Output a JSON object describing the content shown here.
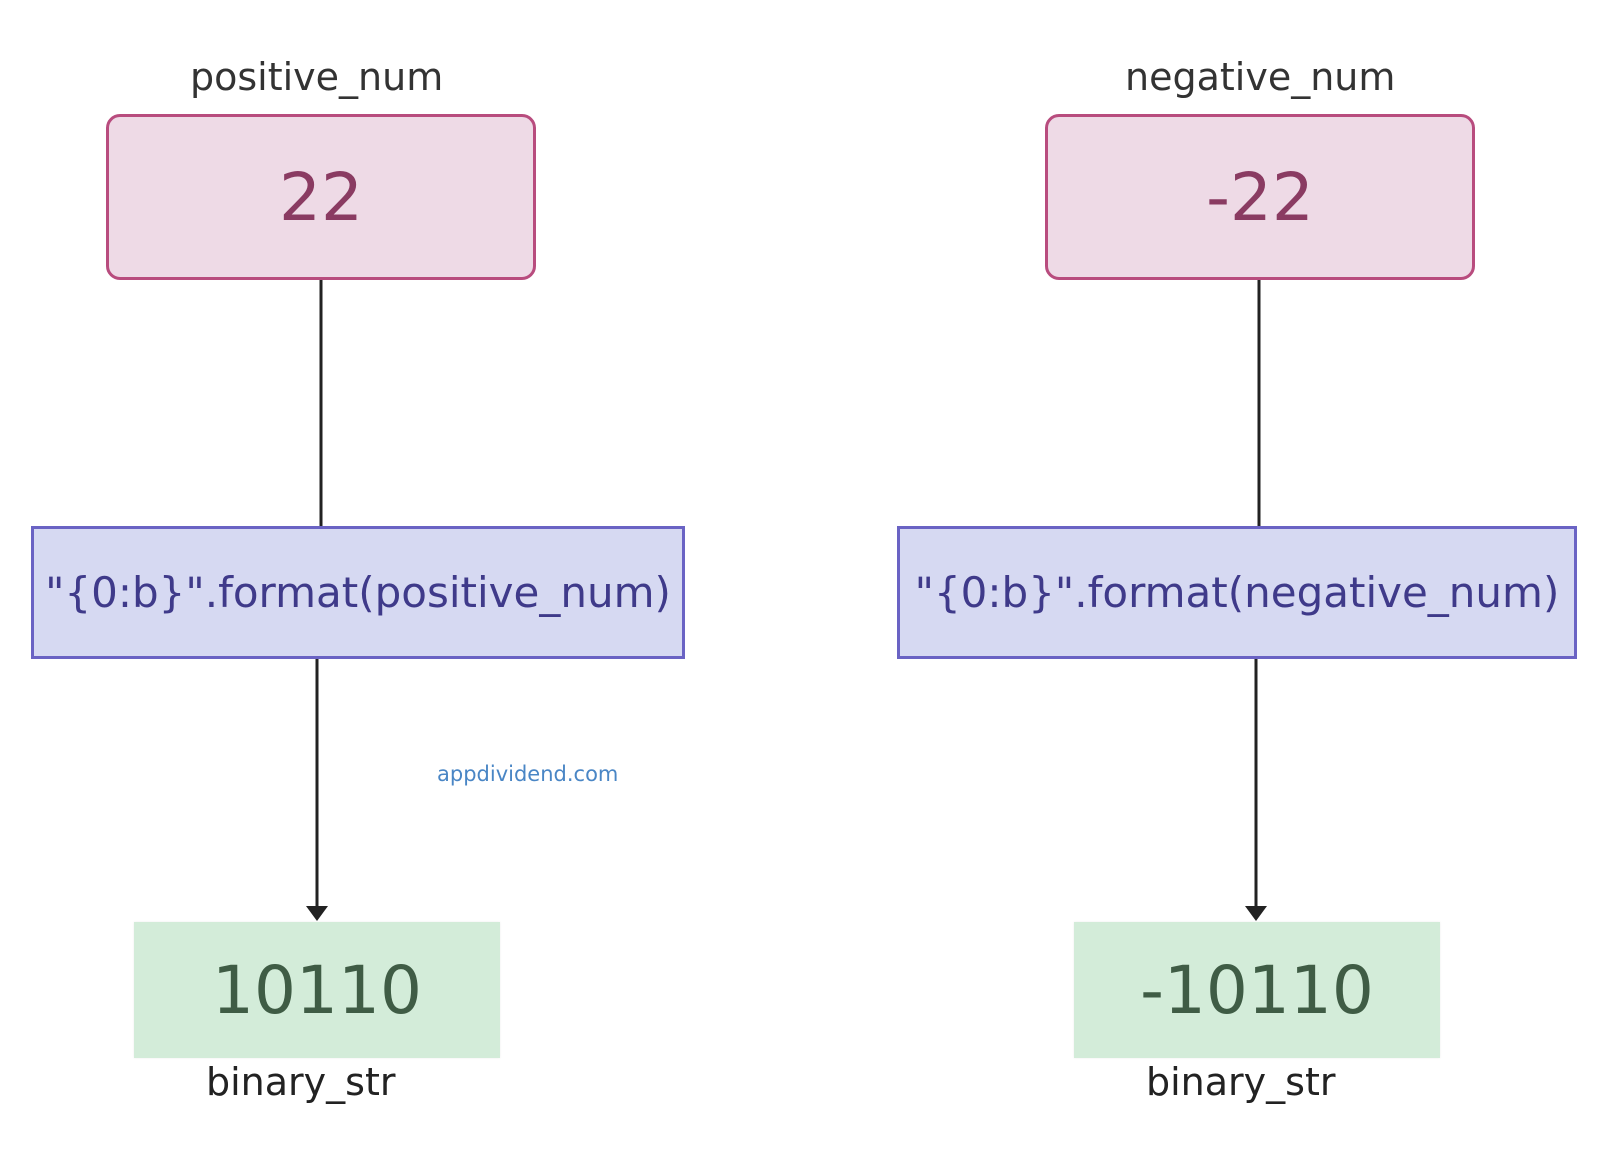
{
  "left": {
    "variable_label": "positive_num",
    "value": "22",
    "operation": "\"{0:b}\".format(positive_num)",
    "result": "10110",
    "result_label": "binary_str"
  },
  "right": {
    "variable_label": "negative_num",
    "value": "-22",
    "operation": "\"{0:b}\".format(negative_num)",
    "result": "-10110",
    "result_label": "binary_str"
  },
  "watermark": "appdividend.com",
  "colors": {
    "value_fill": "#eedae6",
    "value_border": "#b84c7e",
    "value_text": "#8a3b62",
    "operation_fill": "#d6d9f2",
    "operation_border": "#6a63c4",
    "operation_text": "#3f3a8a",
    "result_fill": "#d3ecd9",
    "result_text": "#3f5c45",
    "edge": "#222222",
    "watermark": "#4a86c5"
  }
}
